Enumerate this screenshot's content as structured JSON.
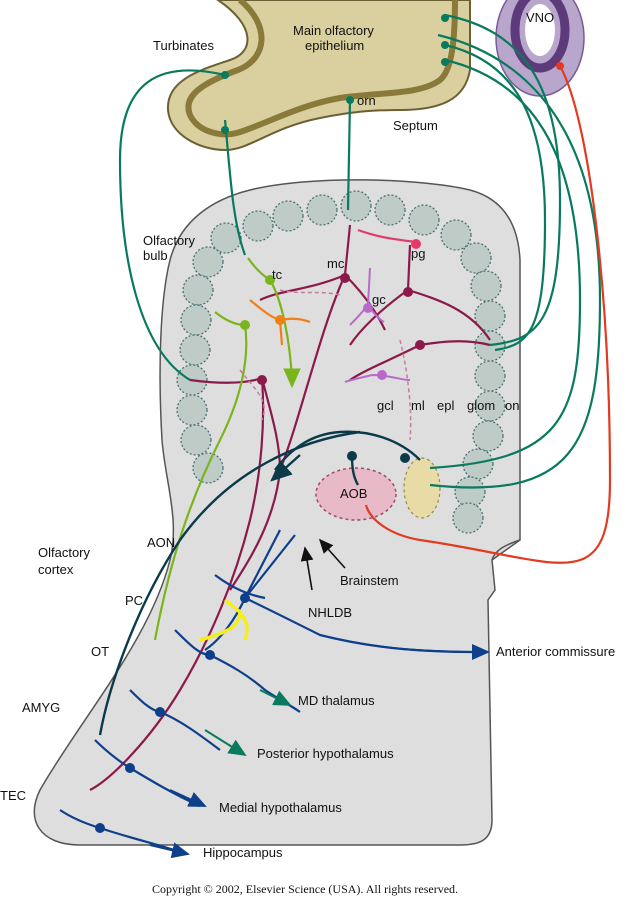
{
  "labels": {
    "turbinates": "Turbinates",
    "main_olfactory_1": "Main olfactory",
    "main_olfactory_2": "epithelium",
    "vno": "VNO",
    "orn": "orn",
    "septum": "Septum",
    "olfactory_bulb_1": "Olfactory",
    "olfactory_bulb_2": "bulb",
    "tc": "tc",
    "mc": "mc",
    "pg": "pg",
    "gc": "gc",
    "gcl": "gcl",
    "ml": "ml",
    "epl": "epl",
    "glom": "glom",
    "on": "on",
    "aob": "AOB",
    "brainstem": "Brainstem",
    "nhldb": "NHLDB",
    "olfactory_cortex_1": "Olfactory",
    "olfactory_cortex_2": "cortex",
    "aon": "AON",
    "pc": "PC",
    "ot": "OT",
    "amyg": "AMYG",
    "tec": "TEC",
    "anterior_commissure": "Anterior commissure",
    "md_thalamus": "MD thalamus",
    "posterior_hypothalamus": "Posterior hypothalamus",
    "medial_hypothalamus": "Medial hypothalamus",
    "hippocampus": "Hippocampus"
  },
  "copyright": "Copyright © 2002, Elsevier Science (USA). All rights reserved.",
  "colors": {
    "epithelium_fill": "#d9cf9f",
    "epithelium_stroke": "#6b5f35",
    "brain_fill": "#dedede",
    "brain_stroke": "#555555",
    "vno_fill": "#b9a6cc",
    "vno_ring": "#5d3a7a",
    "glomerulus_fill": "#bfcbc6",
    "aob_fill": "#e8b9c7",
    "teal": "#0a7a5e",
    "maroon": "#8b1a4a",
    "navy": "#0e3f8a",
    "dark_teal": "#0b3a4a",
    "green": "#7ab51d",
    "orange": "#f07f16",
    "red": "#e33a20",
    "pink": "#e43a6a",
    "violet": "#b86ac8",
    "yellow": "#f4ef1a"
  }
}
